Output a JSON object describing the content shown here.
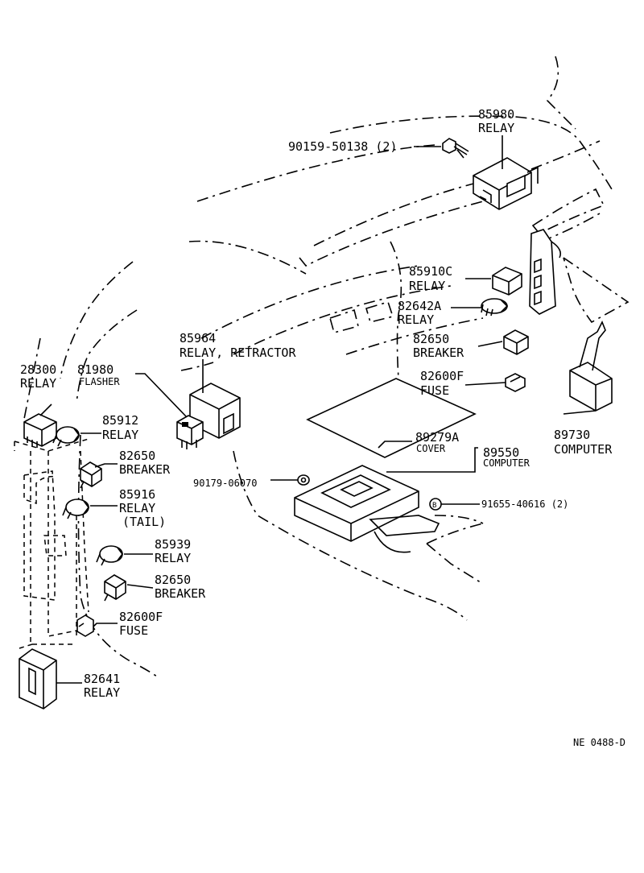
{
  "labels": {
    "bolt_90159": "90159-50138 (2)",
    "relay_85980_num": "85980",
    "relay_85980_name": "RELAY",
    "relay_85910c_num": "85910C",
    "relay_85910c_name": "RELAY",
    "relay_82642a_num": "82642A",
    "relay_82642a_name": "RELAY",
    "breaker_82650_r_num": "82650",
    "breaker_82650_r_name": "BREAKER",
    "fuse_82600f_r_num": "82600F",
    "fuse_82600f_r_name": "FUSE",
    "computer_89730_num": "89730",
    "computer_89730_name": "COMPUTER",
    "relay_85964_num": "85964",
    "relay_85964_name": "RELAY, RETRACTOR",
    "flasher_81980_num": "81980",
    "flasher_81980_name": "FLASHER",
    "relay_28300_num": "28300",
    "relay_28300_name": "RELAY",
    "relay_85912_num": "85912",
    "relay_85912_name": "RELAY",
    "breaker_82650_a_num": "82650",
    "breaker_82650_a_name": "BREAKER",
    "relay_85916_num": "85916",
    "relay_85916_name": "RELAY",
    "relay_85916_sub": "(TAIL)",
    "relay_85939_num": "85939",
    "relay_85939_name": "RELAY",
    "breaker_82650_b_num": "82650",
    "breaker_82650_b_name": "BREAKER",
    "fuse_82600f_l_num": "82600F",
    "fuse_82600f_l_name": "FUSE",
    "relay_82641_num": "82641",
    "relay_82641_name": "RELAY",
    "cover_89279a_num": "89279A",
    "cover_89279a_name": "COVER",
    "computer_89550_num": "89550",
    "computer_89550_name": "COMPUTER",
    "nut_90179": "90179-06070",
    "bolt_91655": "91655-40616 (2)",
    "bolt_91655_marker": "B",
    "drawing_ref": "NE  0488-D"
  }
}
